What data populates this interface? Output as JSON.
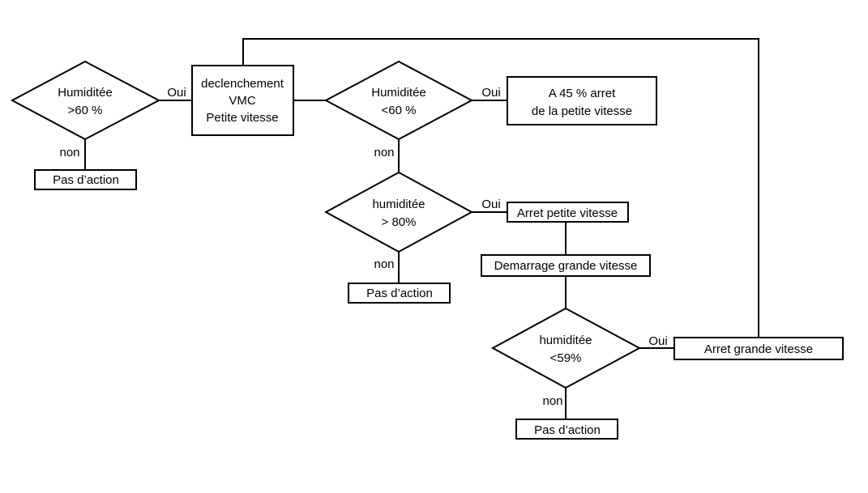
{
  "nodes": {
    "d1": {
      "lines": [
        "Humiditée",
        ">60 %"
      ]
    },
    "b1": {
      "lines": [
        "declenchement",
        "VMC",
        "Petite vitesse"
      ]
    },
    "d2": {
      "lines": [
        "Humiditée",
        "<60 %"
      ]
    },
    "b2": {
      "lines": [
        "A 45 % arret",
        "de la petite vitesse"
      ]
    },
    "p1": {
      "lines": [
        "Pas d’action"
      ]
    },
    "d3": {
      "lines": [
        "humiditée",
        "> 80%"
      ]
    },
    "b3": {
      "lines": [
        "Arret petite vitesse"
      ]
    },
    "p2": {
      "lines": [
        "Pas d’action"
      ]
    },
    "b4": {
      "lines": [
        "Demarrage grande vitesse"
      ]
    },
    "d4": {
      "lines": [
        "humiditée",
        "<59%"
      ]
    },
    "b5": {
      "lines": [
        "Arret grande vitesse"
      ]
    },
    "p3": {
      "lines": [
        "Pas d’action"
      ]
    }
  },
  "edge_labels": {
    "d1_yes": "Oui",
    "d1_no": "non",
    "d2_yes": "Oui",
    "d2_no": "non",
    "d3_yes": "Oui",
    "d3_no": "non",
    "d4_yes": "Oui",
    "d4_no": "non"
  }
}
